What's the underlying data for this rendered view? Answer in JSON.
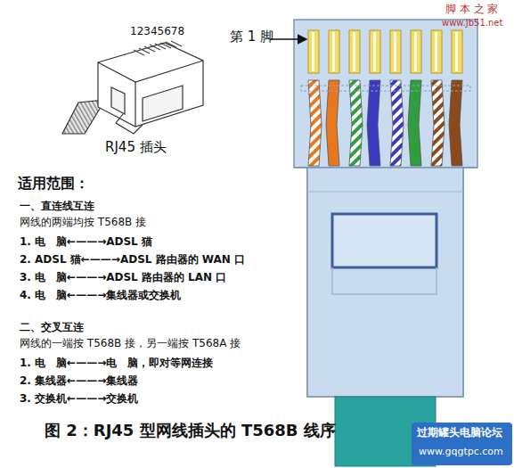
{
  "diagram": {
    "caption": "图 2：RJ45 型网线插头的 T568B 线序",
    "labels": [
      "12345678",
      "RJ45 插头",
      "第 1 脚",
      "适用范围：",
      "一、直连线互连",
      "网线的两端均按 T568B 接",
      "1. 电　脑←——→ADSL 猫",
      "2. ADSL 猫←——→ADSL 路由器的 WAN 口",
      "3. 电　脑←——→ADSL 路由器的 LAN 口",
      "4. 电　脑←——→集线器或交换机",
      "二、交叉互连",
      "网线的一端按 T568B 接，另一端按 T568A 接",
      "1. 电　脑←——→电　脑，即对等网连接",
      "2. 集线器←——→集线器",
      "3. 交换机←——→交换机",
      "脚 本 之 家",
      "www.Jb51.net",
      "过期罐头电脑论坛",
      "www.gqgtpc.com"
    ]
  }
}
